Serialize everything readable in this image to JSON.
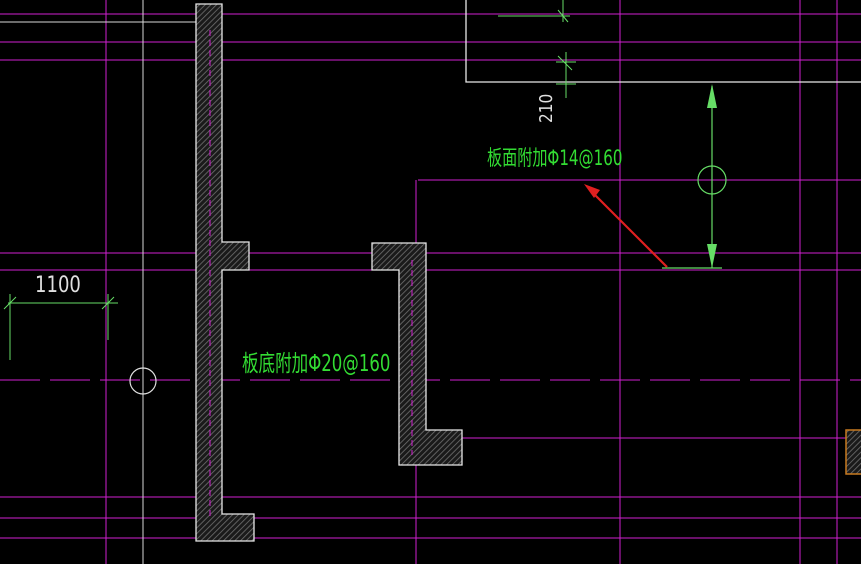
{
  "drawing": {
    "background": "#000000",
    "colors": {
      "grid": "#d020d0",
      "structure": "#e0e0e0",
      "hatch": "#6a6a6a",
      "dimension": "#66dd66",
      "label": "#33dd33",
      "arrow": "#e02020",
      "column_edge": "#c87a20"
    },
    "dimensions": {
      "left_span": "1100",
      "right_span": "210"
    },
    "annotations": {
      "top_rebar": "板面附加Φ14@160",
      "bottom_rebar": "板底附加Φ20@160"
    }
  }
}
